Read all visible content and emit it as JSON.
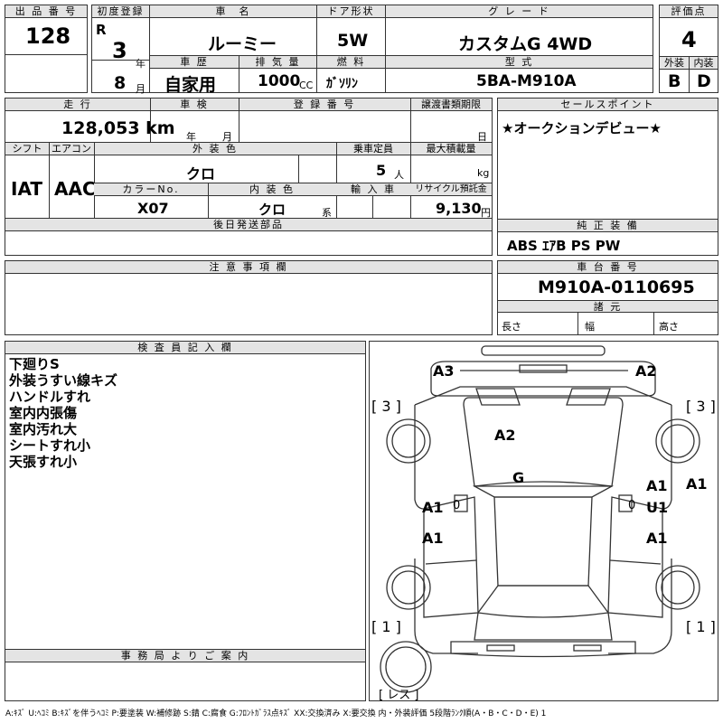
{
  "lot": {
    "label": "出 品 番 号",
    "value": "128"
  },
  "first_reg": {
    "label": "初度登録",
    "era": "R",
    "year": "3",
    "year_unit": "年",
    "month": "8",
    "month_unit": "月"
  },
  "car_name": {
    "label": "車　名",
    "value": "ルーミー"
  },
  "door": {
    "label": "ドア形状",
    "value": "5W"
  },
  "grade": {
    "label": "グ レ ー ド",
    "value": "カスタムG 4WD"
  },
  "score": {
    "label": "評価点",
    "value": "4"
  },
  "history": {
    "label": "車 歴",
    "value": "自家用"
  },
  "displacement": {
    "label": "排 気 量",
    "value": "1000",
    "unit": "CC"
  },
  "fuel": {
    "label": "燃 料",
    "value": "ｶﾞｿﾘﾝ"
  },
  "model": {
    "label": "型 式",
    "value": "5BA-M910A"
  },
  "ext_score": {
    "label": "外装",
    "value": "B"
  },
  "int_score": {
    "label": "内装",
    "value": "D"
  },
  "mileage": {
    "label": "走 行",
    "value": "128,053 km"
  },
  "inspection": {
    "label": "車 検",
    "year_unit": "年",
    "month_unit": "月"
  },
  "reg_no": {
    "label": "登 録 番 号"
  },
  "transfer": {
    "label": "譲渡書類期限",
    "unit": "日"
  },
  "sales_point": {
    "label": "セールスポイント",
    "value": "★オークションデビュー★"
  },
  "shift": {
    "label": "シフト",
    "value": "IAT"
  },
  "ac": {
    "label": "エアコン",
    "value": "AAC"
  },
  "ext_color": {
    "label": "外 装 色",
    "value": "クロ"
  },
  "capacity": {
    "label": "乗車定員",
    "value": "5",
    "unit": "人"
  },
  "max_load": {
    "label": "最大積載量",
    "unit": "kg"
  },
  "color_no": {
    "label": "カラーNo.",
    "value": "X07"
  },
  "int_color": {
    "label": "内 装 色",
    "value": "クロ",
    "unit": "系"
  },
  "import": {
    "label": "輸 入 車"
  },
  "recycle": {
    "label": "リサイクル預託金",
    "value": "9,130",
    "unit": "円"
  },
  "parts": {
    "label": "後日発送部品"
  },
  "equipment": {
    "label": "純 正 装 備",
    "value": "ABS ｴｱB PS PW"
  },
  "notes": {
    "label": "注 意 事 項 欄"
  },
  "chassis": {
    "label": "車 台 番 号",
    "value": "M910A-0110695"
  },
  "specs": {
    "label": "諸 元",
    "length": "長さ",
    "width": "幅",
    "height": "高さ"
  },
  "inspector": {
    "label": "検 査 員 記 入 欄",
    "remarks": [
      "下廻りS",
      "外装うすい線キズ",
      "ハンドルすれ",
      "室内内張傷",
      "室内汚れ大",
      "シートすれ小",
      "天張すれ小"
    ]
  },
  "office": {
    "label": "事 務 局 よ り ご 案 内"
  },
  "diagram_marks": {
    "front_left": "A3",
    "front_right": "A2",
    "tire_fl": "[ 3 ]",
    "tire_fr": "[ 3 ]",
    "hood": "A2",
    "roof": "G",
    "left_front_door": "A1",
    "left_rear_door": "A1",
    "right_front_door_1": "A1",
    "right_front_door_2": "U1",
    "right_fender": "A1",
    "right_rear_door": "A1",
    "tire_rl": "[ 1 ]",
    "tire_rr": "[ 1 ]",
    "spare": "[ レス ]",
    "left_mirror_mark": "0",
    "right_mirror_mark": "0"
  },
  "legend": "A:ｷｽﾞ U:ﾍｺﾐ B:ｷｽﾞを伴うﾍｺﾐ P:要塗装 W:補修跡 S:錆 C:腐食 G:ﾌﾛﾝﾄｶﾞﾗｽ点ｷｽﾞ XX:交換済み X:要交換 内・外装評価 5段階ﾗﾝｸ順(A・B・C・D・E) 1"
}
